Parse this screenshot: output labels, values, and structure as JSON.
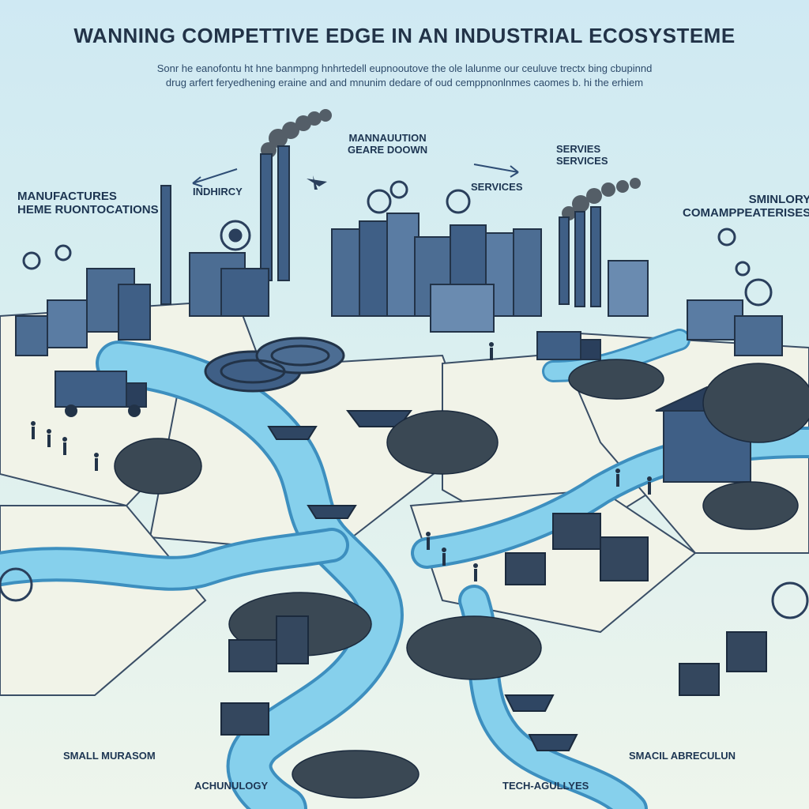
{
  "header": {
    "title": "WANNING COMPETTIVE EDGE IN AN INDUSTRIAL ECOSYSTEME",
    "subtitle_line1": "Sonr he eanofontu ht hne banmpng hnhrtedell eupnooutove the ole lalunme our ceuluve trectx bing cbupinnd",
    "subtitle_line2": "drug arfert feryedhening eraine and and mnunim dedare of oud cemppnonlnmes caomes b. hi the erhiem"
  },
  "region_labels": {
    "manufactures_line1": "MANUFACTURES",
    "manufactures_line2": "HEME RUONTOCATIONS",
    "industry": "INDHIRCY",
    "manufacturing_line1": "MANNAUUTION",
    "manufacturing_line2": "GEARE DOOWN",
    "services_center": "SERVICES",
    "services_right_line1": "SERVIES",
    "services_right_line2": "SERVICES",
    "competencies_line1": "SMINLORY",
    "competencies_line2": "COMAMPPEATERISES",
    "small_murasom": "SMALL MURASOM",
    "achunulogy": "ACHUNULOGY",
    "tech_agullyes": "TECH-AGULLYES",
    "small_agriculture": "SMACIL ABRECULUN"
  },
  "colors": {
    "sky_top": "#cde9f2",
    "sky_bottom": "#eaf4ea",
    "river": "#7ccbe8",
    "river_edge": "#3d8fbf",
    "building": "#3f5f86",
    "building_dark": "#2a3f5c",
    "ground": "#eef1e6",
    "foliage": "#3d4d58",
    "ink": "#1d3552"
  },
  "icons": [
    "gear-icon",
    "smokestack-icon",
    "truck-icon",
    "boat-icon",
    "airplane-icon",
    "arrow-left-icon",
    "arrow-right-icon"
  ]
}
